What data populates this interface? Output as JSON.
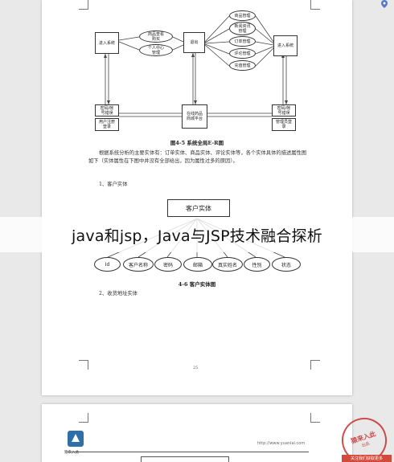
{
  "watermark": {
    "text": "java和jsp，Java与JSP技术融合探析"
  },
  "er_diagram": {
    "enter_system_left": "进入系统",
    "enter_system_right": "进入系统",
    "product_cart_purchase": "商品查看\n购买",
    "personal_center": "个人中心\n管理",
    "logout": "退出",
    "right_items": [
      "商品管理",
      "新闻资讯\n管理",
      "订单管理",
      "评论管理",
      "充值管理"
    ],
    "left_bottom_top": "密码/帐\n号错误",
    "left_bottom_bottom": "用户注册\n登录",
    "center_platform": "在线药品\n商城平台",
    "right_bottom_top": "密码/帐\n号错误",
    "right_bottom_bottom": "管理员登\n录",
    "caption": "图4-5  系统全局E-R图"
  },
  "body_text": {
    "paragraph": "根据系统分析的主要实体有：订单实体、商品实体、评论实体等，各个实体具体的描述属性图如下（实体属性在下图中并没有全部给出，因为属性过多的原因）。",
    "section1": "1、客户实体",
    "section2": "2、收货地址实体"
  },
  "customer_entity": {
    "title": "客户实体",
    "attributes": [
      "Id",
      "客户名称",
      "密码",
      "邮箱",
      "真实姓名",
      "性别",
      "状态"
    ],
    "caption": "4-6  客户实体图"
  },
  "page_number": "25",
  "page2": {
    "logo_text": "猿来入此",
    "url": "http://www.yuanlai.com"
  },
  "stamp": {
    "main": "猿来入此",
    "sub": "出品",
    "bar": "关注我们获取更多"
  },
  "top_right_icon": "location-pin-icon"
}
